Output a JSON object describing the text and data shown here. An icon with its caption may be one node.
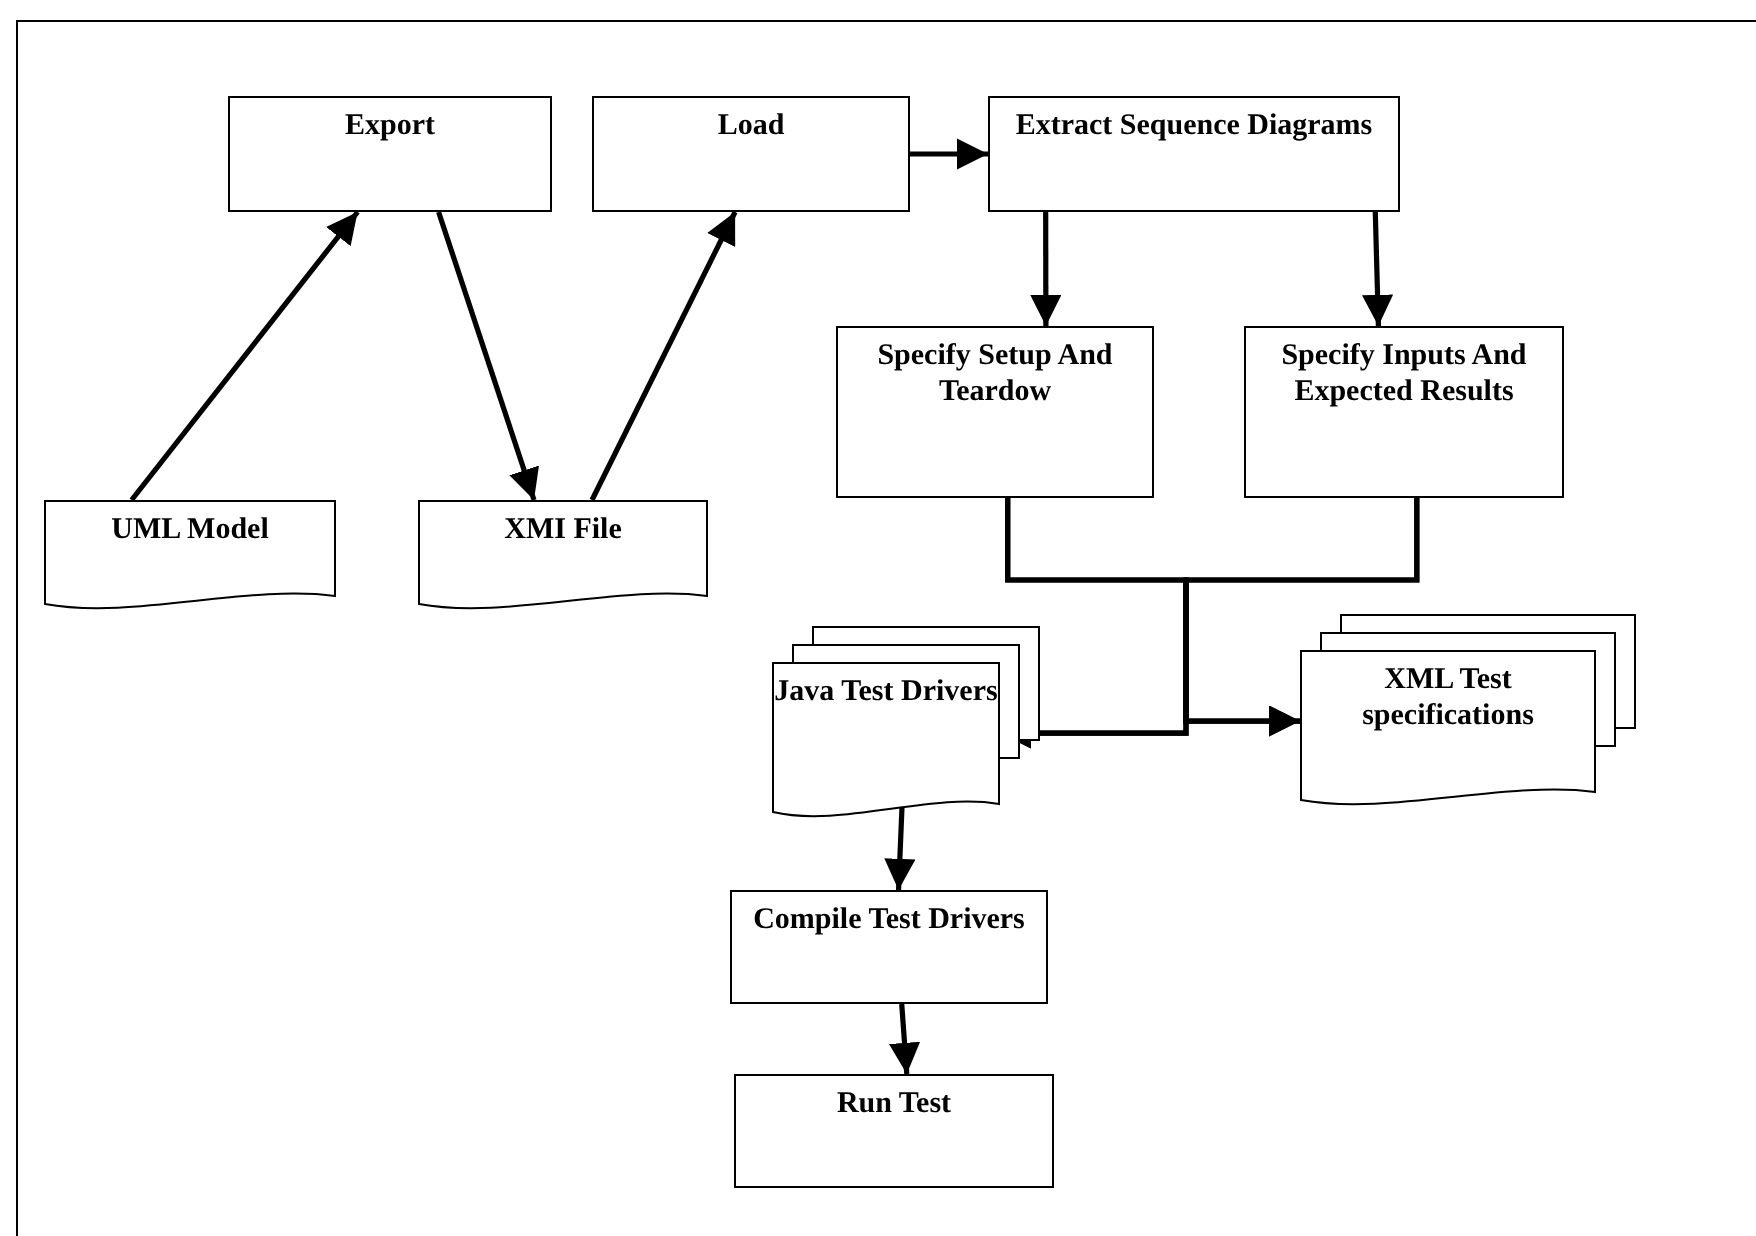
{
  "diagram": {
    "nodes": [
      {
        "text": [
          "Export"
        ]
      },
      {
        "text": [
          "Load"
        ]
      },
      {
        "text": [
          "Extract Sequence Diagrams"
        ]
      },
      {
        "text": [
          "UML Model"
        ]
      },
      {
        "text": [
          "XMI File"
        ]
      },
      {
        "text": [
          "Specify Setup And Teardow"
        ]
      },
      {
        "text": [
          "Specify Inputs And Expected Results"
        ]
      },
      {
        "text": [
          "Java Test Drivers"
        ]
      },
      {
        "text": [
          "XML Test specifications"
        ]
      },
      {
        "text": [
          "Compile Test Drivers"
        ]
      },
      {
        "text": [
          "Run Test"
        ]
      }
    ],
    "edges": [
      {
        "from": 3,
        "to": 0,
        "arrow": "to"
      },
      {
        "from": 0,
        "to": 4,
        "arrow": "to"
      },
      {
        "from": 4,
        "to": 1,
        "arrow": "to"
      },
      {
        "from": 1,
        "to": 2,
        "arrow": "to"
      },
      {
        "from": 2,
        "to": 5,
        "arrow": "to"
      },
      {
        "from": 2,
        "to": 6,
        "arrow": "to"
      },
      {
        "from": 5,
        "to": 7,
        "arrow": "to"
      },
      {
        "from": 5,
        "to": 8,
        "arrow": "to"
      },
      {
        "from": 6,
        "to": 7,
        "arrow": "to"
      },
      {
        "from": 6,
        "to": 8,
        "arrow": "to"
      },
      {
        "from": 7,
        "to": 9,
        "arrow": "to"
      },
      {
        "from": 9,
        "to": 10,
        "arrow": "to"
      }
    ]
  }
}
